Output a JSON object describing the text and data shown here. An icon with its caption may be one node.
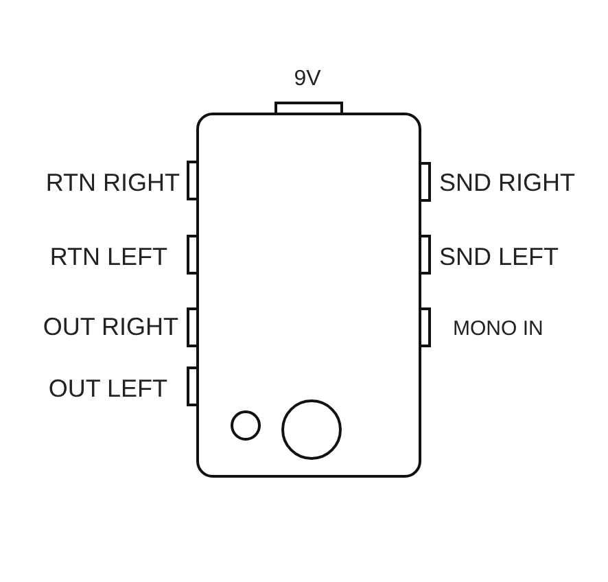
{
  "diagram": {
    "labels": [
      "9V",
      "RTN RIGHT",
      "SND RIGHT",
      "RTN LEFT",
      "SND LEFT",
      "OUT RIGHT",
      "MONO IN",
      "OUT LEFT"
    ]
  }
}
